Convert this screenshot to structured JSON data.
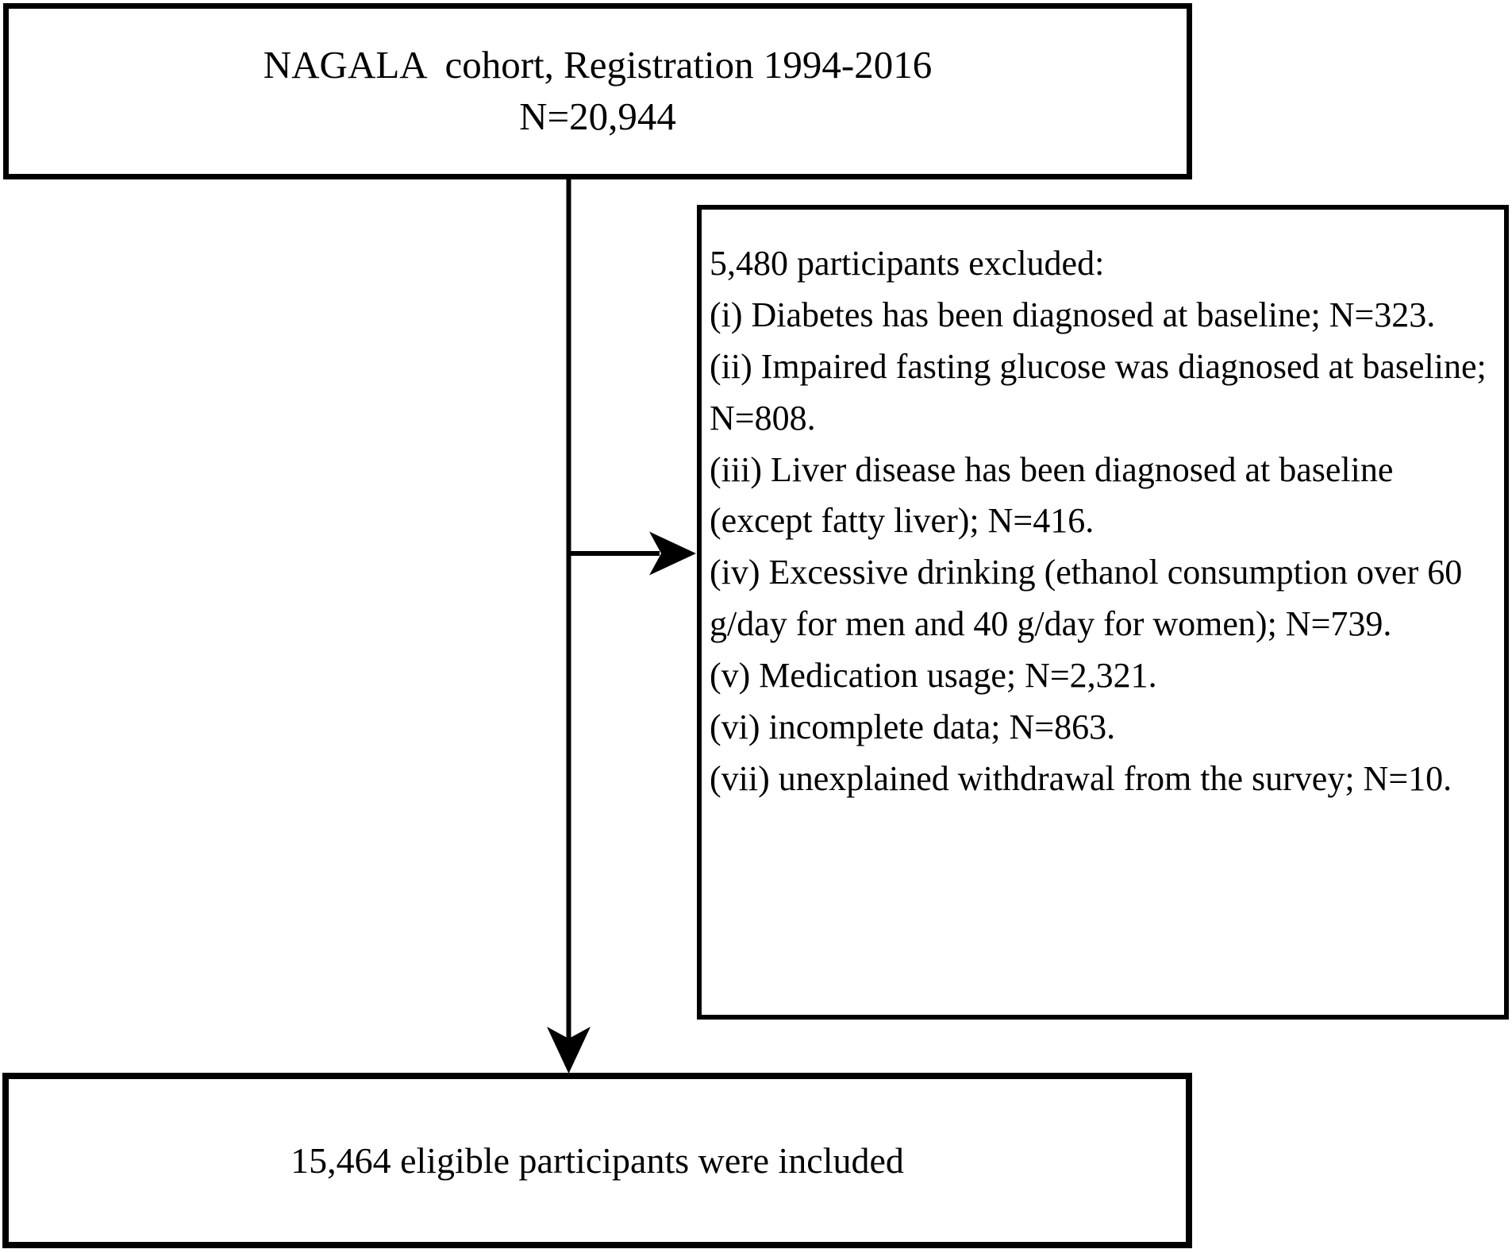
{
  "flowchart": {
    "top_box": {
      "line1": "NAGALA  cohort, Registration 1994-2016",
      "line2": "N=20,944"
    },
    "exclusion_box": {
      "heading": "5,480 participants excluded:",
      "items": [
        "(i) Diabetes has been diagnosed at baseline; N=323.",
        "(ii) Impaired fasting glucose was diagnosed at baseline; N=808.",
        "(iii) Liver disease has been diagnosed at baseline (except fatty liver); N=416.",
        "(iv) Excessive drinking (ethanol consumption over 60 g/day for men and 40 g/day for women); N=739.",
        "(v) Medication usage; N=2,321.",
        "(vi) incomplete data; N=863.",
        "(vii) unexplained withdrawal from the survey; N=10."
      ]
    },
    "bottom_box": {
      "text": "15,464 eligible participants were included"
    },
    "icons": {
      "down_arrow": "down-arrow",
      "right_arrow": "right-arrow"
    },
    "colors": {
      "border": "#000000",
      "background": "#ffffff",
      "text": "#000000"
    }
  }
}
